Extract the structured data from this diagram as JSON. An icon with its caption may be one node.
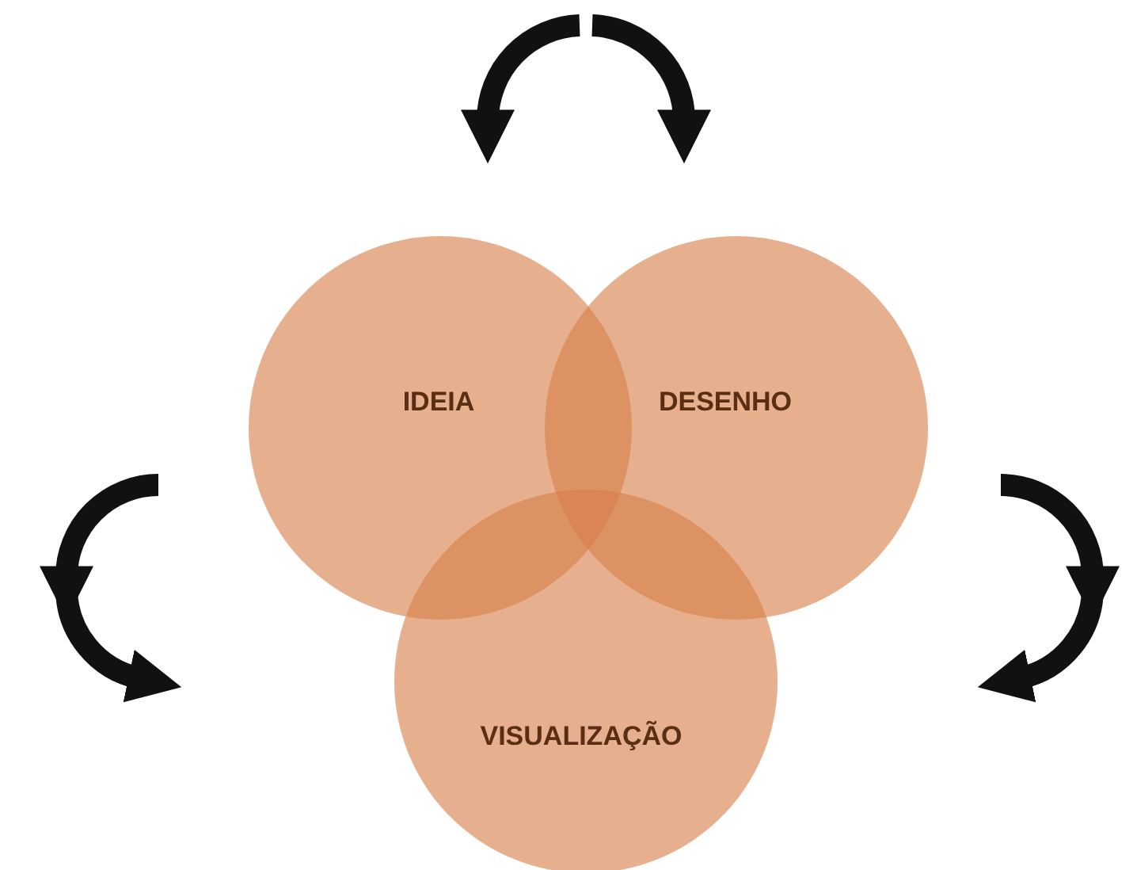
{
  "diagram": {
    "nodes": [
      {
        "text": [
          "IDEIA"
        ]
      },
      {
        "text": [
          "DESENHO"
        ]
      },
      {
        "text": [
          "VISUALIZAÇÃO"
        ]
      }
    ]
  }
}
